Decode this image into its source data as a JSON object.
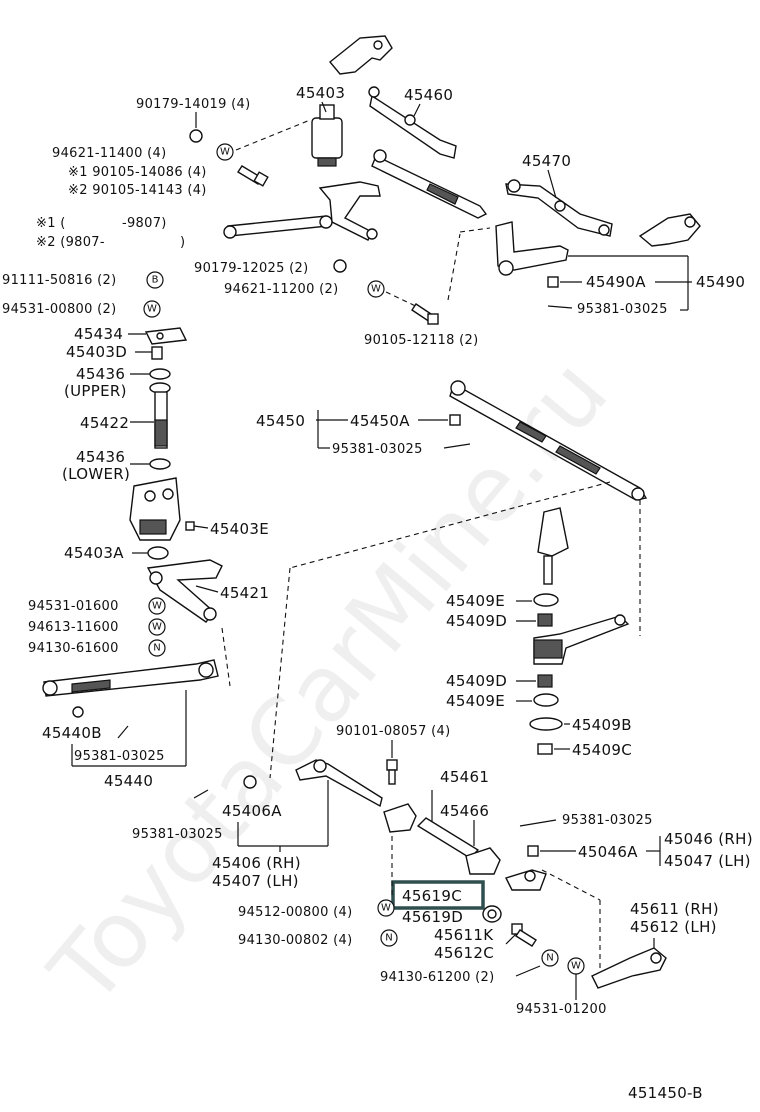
{
  "watermark": "ToyotaCarMine.ru",
  "footer_code": "451450-B",
  "notes": {
    "n1_prefix": "※1 (",
    "n1_range": "-9807)",
    "n2_prefix": "※2 (9807-",
    "n2_suffix": ")"
  },
  "labels": {
    "p45403": "45403",
    "p45460": "45460",
    "p45470": "45470",
    "p90179_14019": "90179-14019 (4)",
    "p94621_11400": "94621-11400 (4)",
    "p90105_14086": "※1 90105-14086 (4)",
    "p90105_14143": "※2 90105-14143 (4)",
    "p90179_12025": "90179-12025 (2)",
    "p94621_11200": "94621-11200 (2)",
    "p91111_50816": "91111-50816 (2)",
    "p94531_00800": "94531-00800 (2)",
    "p45490A": "45490A",
    "p45490": "45490",
    "p95381_03025_a": "95381-03025",
    "p90105_12118": "90105-12118 (2)",
    "p45434": "45434",
    "p45403D": "45403D",
    "p45436u": "45436",
    "upper": "(UPPER)",
    "p45422": "45422",
    "p45436l": "45436",
    "lower": "(LOWER)",
    "p45403E": "45403E",
    "p45403A": "45403A",
    "p45421": "45421",
    "p94531_01600": "94531-01600",
    "p94613_11600": "94613-11600",
    "p94130_61600": "94130-61600",
    "p45440B": "45440B",
    "p95381_03025_b": "95381-03025",
    "p45440": "45440",
    "p45450": "45450",
    "p45450A": "45450A",
    "p95381_03025_c": "95381-03025",
    "p45409E_a": "45409E",
    "p45409D_a": "45409D",
    "p45409D_b": "45409D",
    "p45409E_b": "45409E",
    "p45409B": "45409B",
    "p45409C": "45409C",
    "p90101_08057": "90101-08057 (4)",
    "p45461": "45461",
    "p45466": "45466",
    "p95381_03025_d": "95381-03025",
    "p45046RH": "45046 (RH)",
    "p45046A": "45046A",
    "p45047LH": "45047 (LH)",
    "p45406A": "45406A",
    "p95381_03025_e": "95381-03025",
    "p45406RH": "45406 (RH)",
    "p45407LH": "45407 (LH)",
    "p45619C": "45619C",
    "p45619D": "45619D",
    "p94512_00800": "94512-00800 (4)",
    "p94130_00802": "94130-00802 (4)",
    "p45611K": "45611K",
    "p45612C": "45612C",
    "p45611RH": "45611 (RH)",
    "p45612LH": "45612 (LH)",
    "p94130_61200": "94130-61200 (2)",
    "p94531_01200": "94531-01200"
  },
  "symbols": {
    "W": "W",
    "N": "N",
    "B": "B"
  },
  "highlight_color": "#2f4f4f"
}
